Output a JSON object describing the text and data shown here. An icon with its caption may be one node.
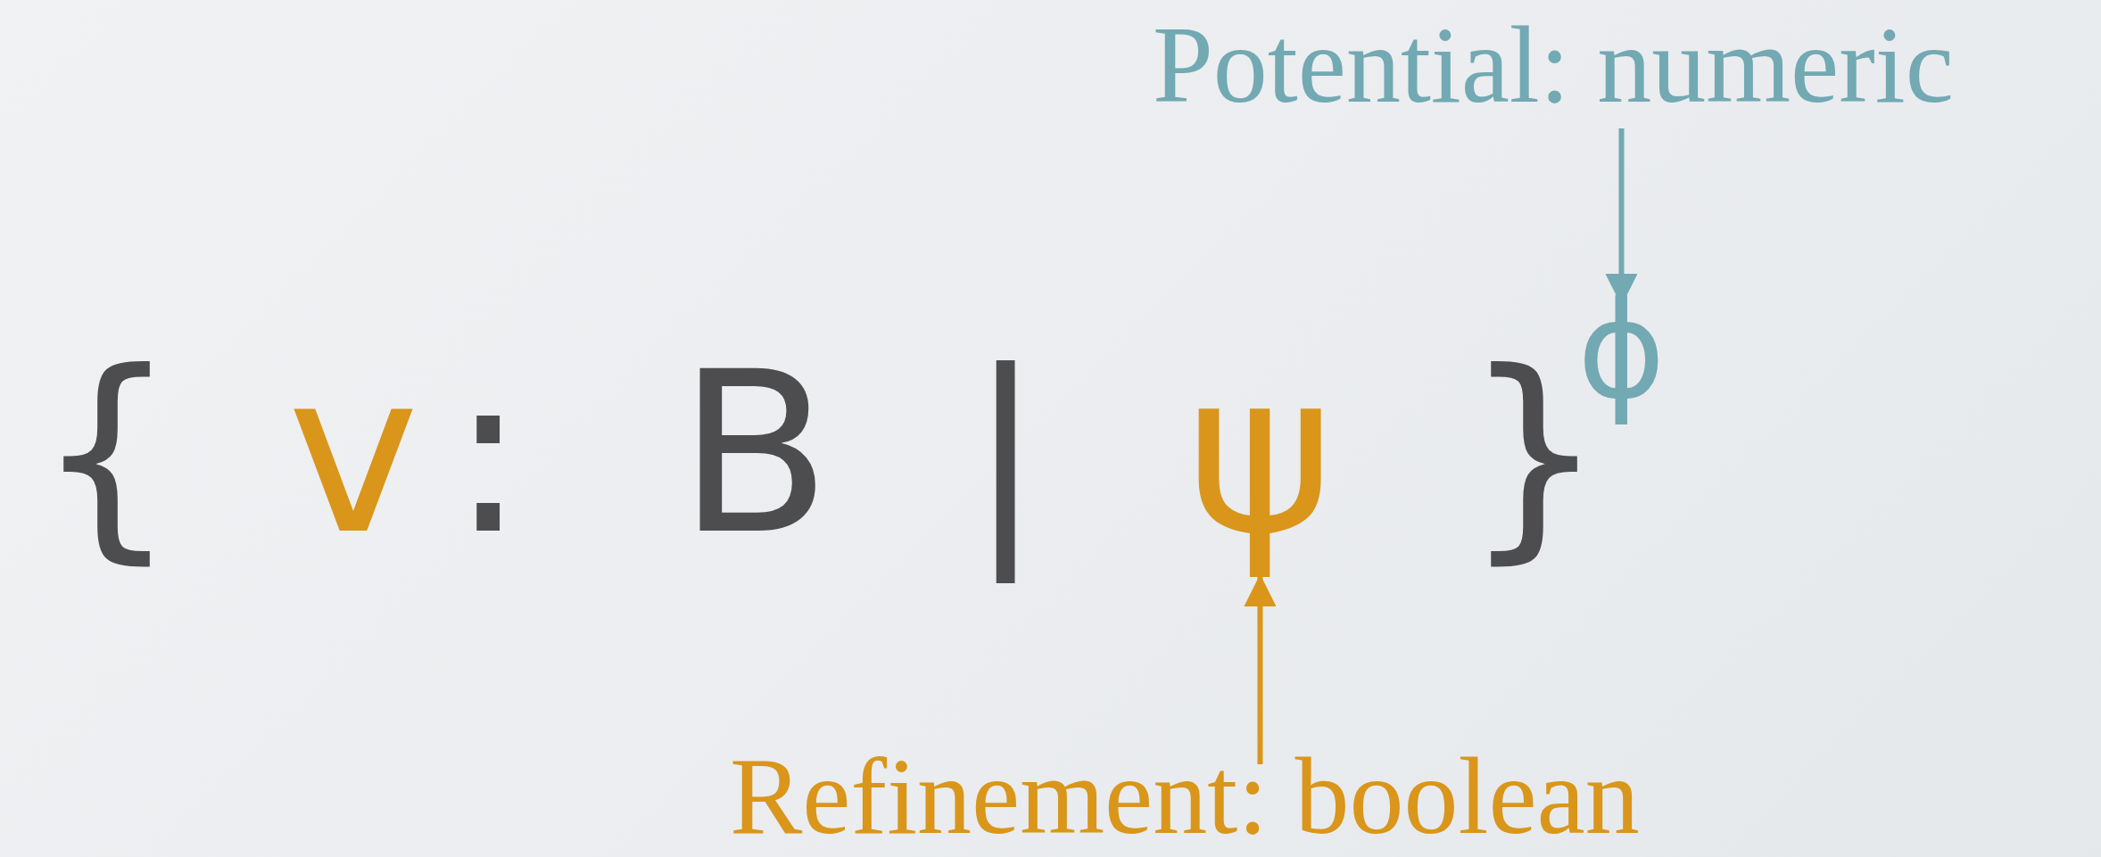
{
  "diagram": {
    "nodes": [
      {
        "text": [
          "Potential: numeric"
        ]
      },
      {
        "text": [
          "ϕ"
        ]
      },
      {
        "text": [
          "ψ"
        ]
      },
      {
        "text": [
          "Refinement: boolean"
        ]
      }
    ],
    "edges": [
      {
        "from": 0,
        "to": 1,
        "arrow": "to",
        "color": "#72a9b3"
      },
      {
        "from": 3,
        "to": 2,
        "arrow": "to",
        "color": "#d9961a"
      }
    ],
    "labels": [
      "{",
      "v",
      ":",
      "B",
      "|",
      "}"
    ]
  }
}
